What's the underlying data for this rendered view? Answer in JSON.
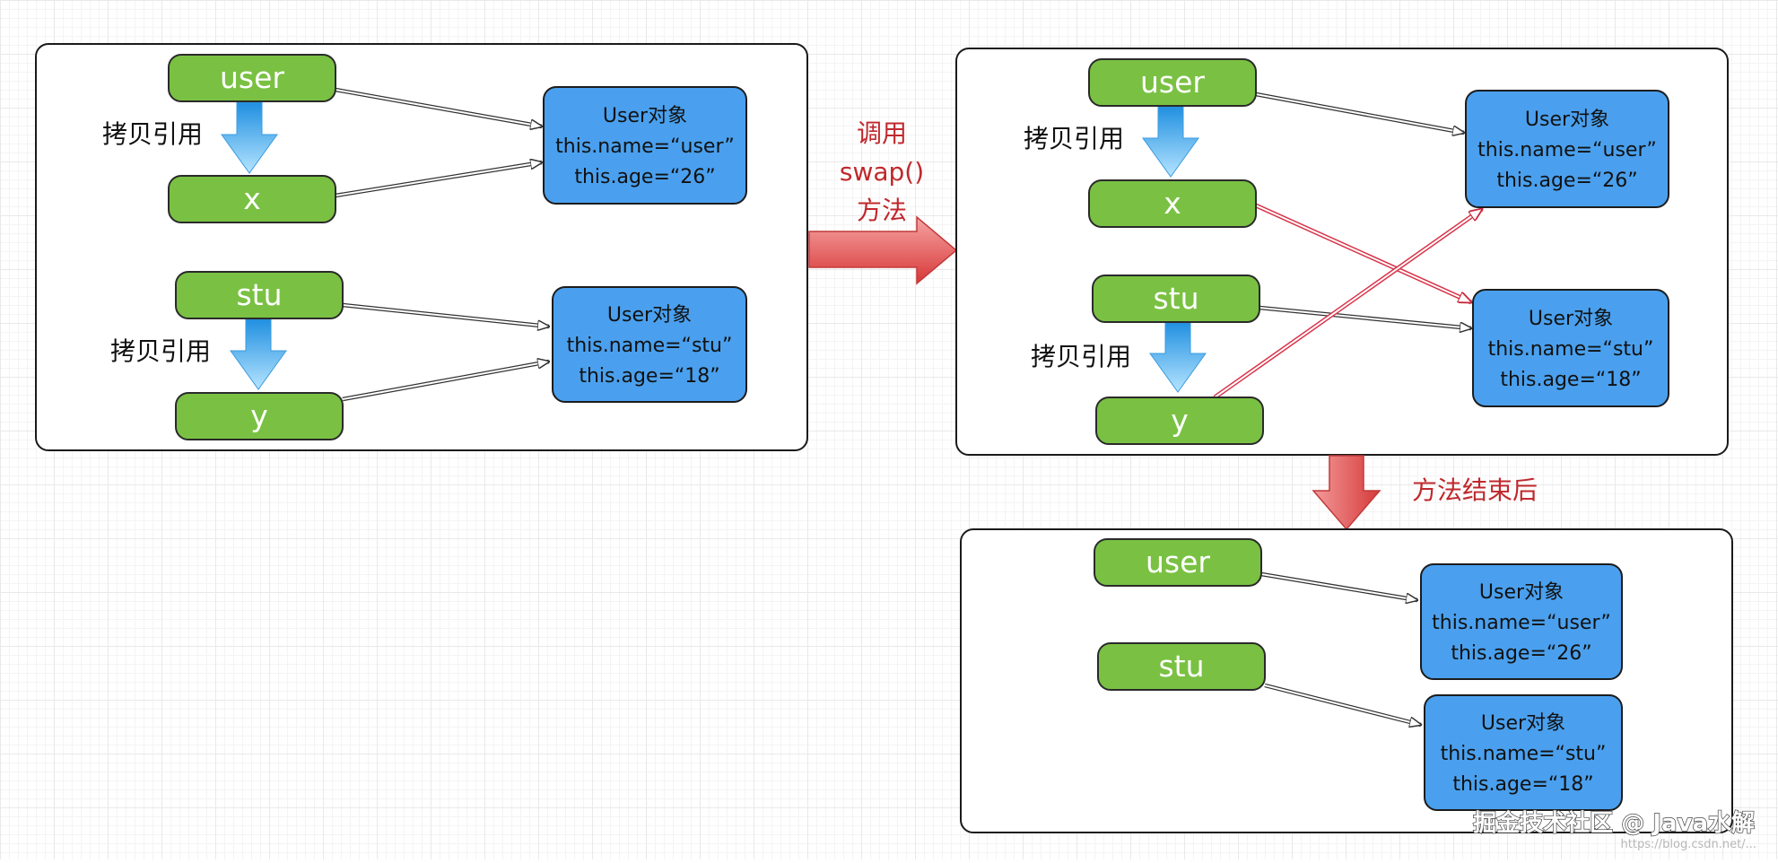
{
  "panels": [
    {
      "id": "before",
      "refs": [
        {
          "id": "user",
          "label": "user"
        },
        {
          "id": "x",
          "label": "x"
        },
        {
          "id": "stu",
          "label": "stu"
        },
        {
          "id": "y",
          "label": "y"
        }
      ],
      "objects": [
        {
          "id": "obj-user",
          "lines": [
            "User对象",
            "this.name=“user”",
            "this.age=“26”"
          ]
        },
        {
          "id": "obj-stu",
          "lines": [
            "User对象",
            "this.name=“stu”",
            "this.age=“18”"
          ]
        }
      ],
      "copy_labels": [
        "拷贝引用",
        "拷贝引用"
      ]
    },
    {
      "id": "during",
      "refs": [
        {
          "id": "user",
          "label": "user"
        },
        {
          "id": "x",
          "label": "x"
        },
        {
          "id": "stu",
          "label": "stu"
        },
        {
          "id": "y",
          "label": "y"
        }
      ],
      "objects": [
        {
          "id": "obj-user",
          "lines": [
            "User对象",
            "this.name=“user”",
            "this.age=“26”"
          ]
        },
        {
          "id": "obj-stu",
          "lines": [
            "User对象",
            "this.name=“stu”",
            "this.age=“18”"
          ]
        }
      ],
      "copy_labels": [
        "拷贝引用",
        "拷贝引用"
      ]
    },
    {
      "id": "after",
      "refs": [
        {
          "id": "user",
          "label": "user"
        },
        {
          "id": "stu",
          "label": "stu"
        }
      ],
      "objects": [
        {
          "id": "obj-user",
          "lines": [
            "User对象",
            "this.name=“user”",
            "this.age=“26”"
          ]
        },
        {
          "id": "obj-stu",
          "lines": [
            "User对象",
            "this.name=“stu”",
            "this.age=“18”"
          ]
        }
      ],
      "copy_labels": []
    }
  ],
  "transitions": {
    "call_lines": [
      "调用",
      "swap()",
      "方法"
    ],
    "after_label": "方法结束后"
  },
  "watermark": {
    "main": "掘金技术社区 @ Java水解",
    "sub": "https://blog.csdn.net/..."
  },
  "colors": {
    "reference_fill": "#7ac143",
    "object_fill": "#4aa0ee",
    "copy_arrow": "#4ab4f0",
    "transition_arrow": "#e35656",
    "swap_arrow": "#d9344a",
    "label_red": "#c0282c"
  }
}
